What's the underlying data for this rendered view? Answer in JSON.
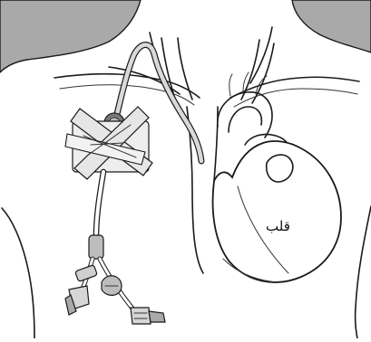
{
  "labels": {
    "heart": "قلب"
  },
  "colors": {
    "shoulder_shade": "#a9a9a9",
    "ink": "#1a1a1a",
    "catheter": "#d9d9d9",
    "dressing": "#eeeeee",
    "background": "#ffffff"
  },
  "parts": [
    "shoulder-shading-left",
    "shoulder-shading-right",
    "chest-outline",
    "clavicles",
    "vein-vessels",
    "heart",
    "catheter-line",
    "dressing-tape",
    "lumen-tubes",
    "clamps",
    "connectors"
  ]
}
